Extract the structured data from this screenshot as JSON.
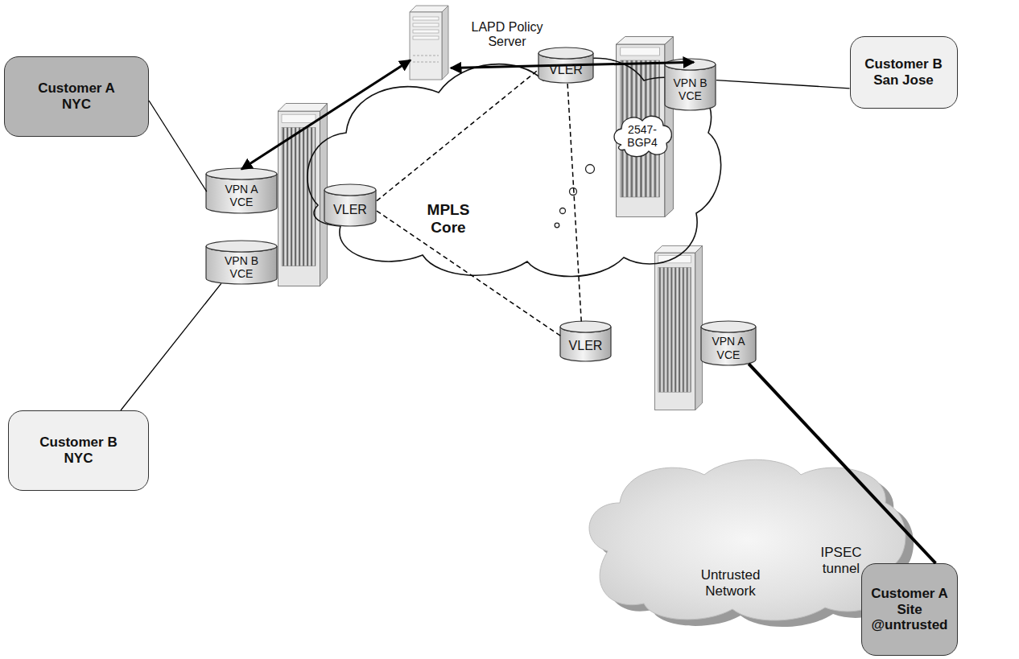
{
  "diagram": {
    "nodes": [
      {
        "text": [
          "LAPD Policy Server"
        ]
      },
      {
        "text": [
          "Customer A NYC"
        ]
      },
      {
        "text": [
          "Customer B San Jose"
        ]
      },
      {
        "text": [
          "MPLS Core"
        ]
      },
      {
        "text": [
          "VPN B VCE"
        ]
      },
      {
        "text": [
          "VLER"
        ],
        "in": 3
      },
      {
        "text": [
          "2547-BGP4"
        ],
        "in": 3
      },
      {
        "text": [
          "VPN A VCE"
        ]
      },
      {
        "text": [
          "VLER"
        ],
        "in": 3
      },
      {
        "text": [
          "VPN B VCE"
        ]
      },
      {
        "text": [
          "VLER"
        ],
        "in": 3
      },
      {
        "text": [
          "VPN A VCE"
        ]
      },
      {
        "text": [
          "Customer B NYC"
        ]
      },
      {
        "text": [
          "Untrusted Network",
          "IPSEC tunnel"
        ]
      },
      {
        "text": [
          "Customer A Site @untrusted"
        ]
      }
    ],
    "edges": [
      {
        "from": 0,
        "to": 7,
        "arrow": "both"
      },
      {
        "from": 0,
        "to": 4,
        "arrow": "both"
      },
      {
        "from": 1,
        "to": 7,
        "arrow": "none"
      },
      {
        "from": 2,
        "to": 4,
        "arrow": "none"
      },
      {
        "from": 12,
        "to": 9,
        "arrow": "none"
      },
      {
        "from": 8,
        "to": 5,
        "arrow": "none"
      },
      {
        "from": 8,
        "to": 10,
        "arrow": "none"
      },
      {
        "from": 5,
        "to": 10,
        "arrow": "none"
      },
      {
        "from": 11,
        "to": 14,
        "arrow": "none"
      }
    ]
  }
}
